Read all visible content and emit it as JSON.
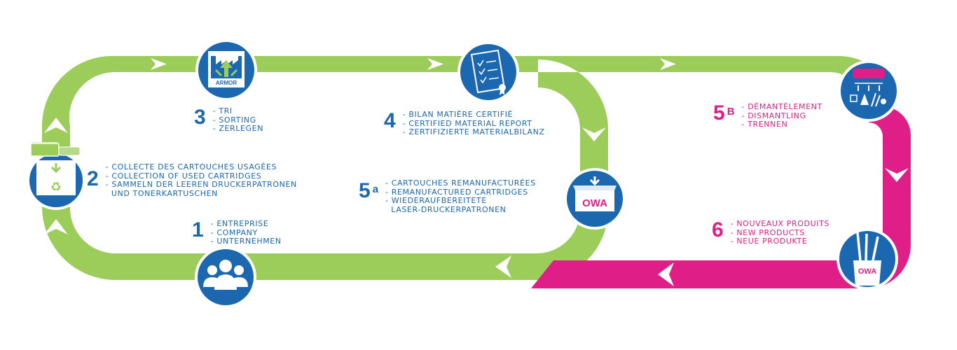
{
  "colors": {
    "green": "#9ccc5a",
    "magenta": "#df1e87",
    "blue": "#1b67b0",
    "white": "#ffffff"
  },
  "icons": {
    "collect": "recycle-box-icon",
    "company": "people-icon",
    "sorting": "factory-icon",
    "report": "certificate-icon",
    "remanufactured": "owa-box-icon",
    "dismantling": "dismantling-icon",
    "new_products": "owa-pencil-cup-icon"
  },
  "logos": {
    "armor": "ARMOR",
    "owa": "OWA"
  },
  "steps": {
    "s1": {
      "num": "1",
      "lines": [
        "- ENTREPRISE",
        "- COMPANY",
        "- UNTERNEHMEN"
      ]
    },
    "s2": {
      "num": "2",
      "lines": [
        "- COLLECTE DES CARTOUCHES USAGÉES",
        "- COLLECTION OF USED CARTRIDGES",
        "- SAMMELN DER LEEREN DRUCKERPATRONEN",
        "  UND TONERKARTUSCHEN"
      ]
    },
    "s3": {
      "num": "3",
      "lines": [
        "- TRI",
        "- SORTING",
        "- ZERLEGEN"
      ]
    },
    "s4": {
      "num": "4",
      "lines": [
        "- BILAN MATIÈRE CERTIFIÉ",
        "- CERTIFIED MATERIAL REPORT",
        "- ZERTIFIZIERTE MATERIALBILANZ"
      ]
    },
    "s5a": {
      "num": "5",
      "sup": "a",
      "lines": [
        "- CARTOUCHES REMANUFACTURÉES",
        "- REMANUFACTURED CARTRIDGES",
        "- WIEDERAUFBEREITETE",
        "  LASER-DRUCKERPATRONEN"
      ]
    },
    "s5b": {
      "num": "5",
      "sup": "B",
      "lines": [
        "- DÉMANTÈLEMENT",
        "- DISMANTLING",
        "- TRENNEN"
      ]
    },
    "s6": {
      "num": "6",
      "lines": [
        "- NOUVEAUX PRODUITS",
        "- NEW PRODUCTS",
        "- NEUE PRODUKTE"
      ]
    }
  }
}
